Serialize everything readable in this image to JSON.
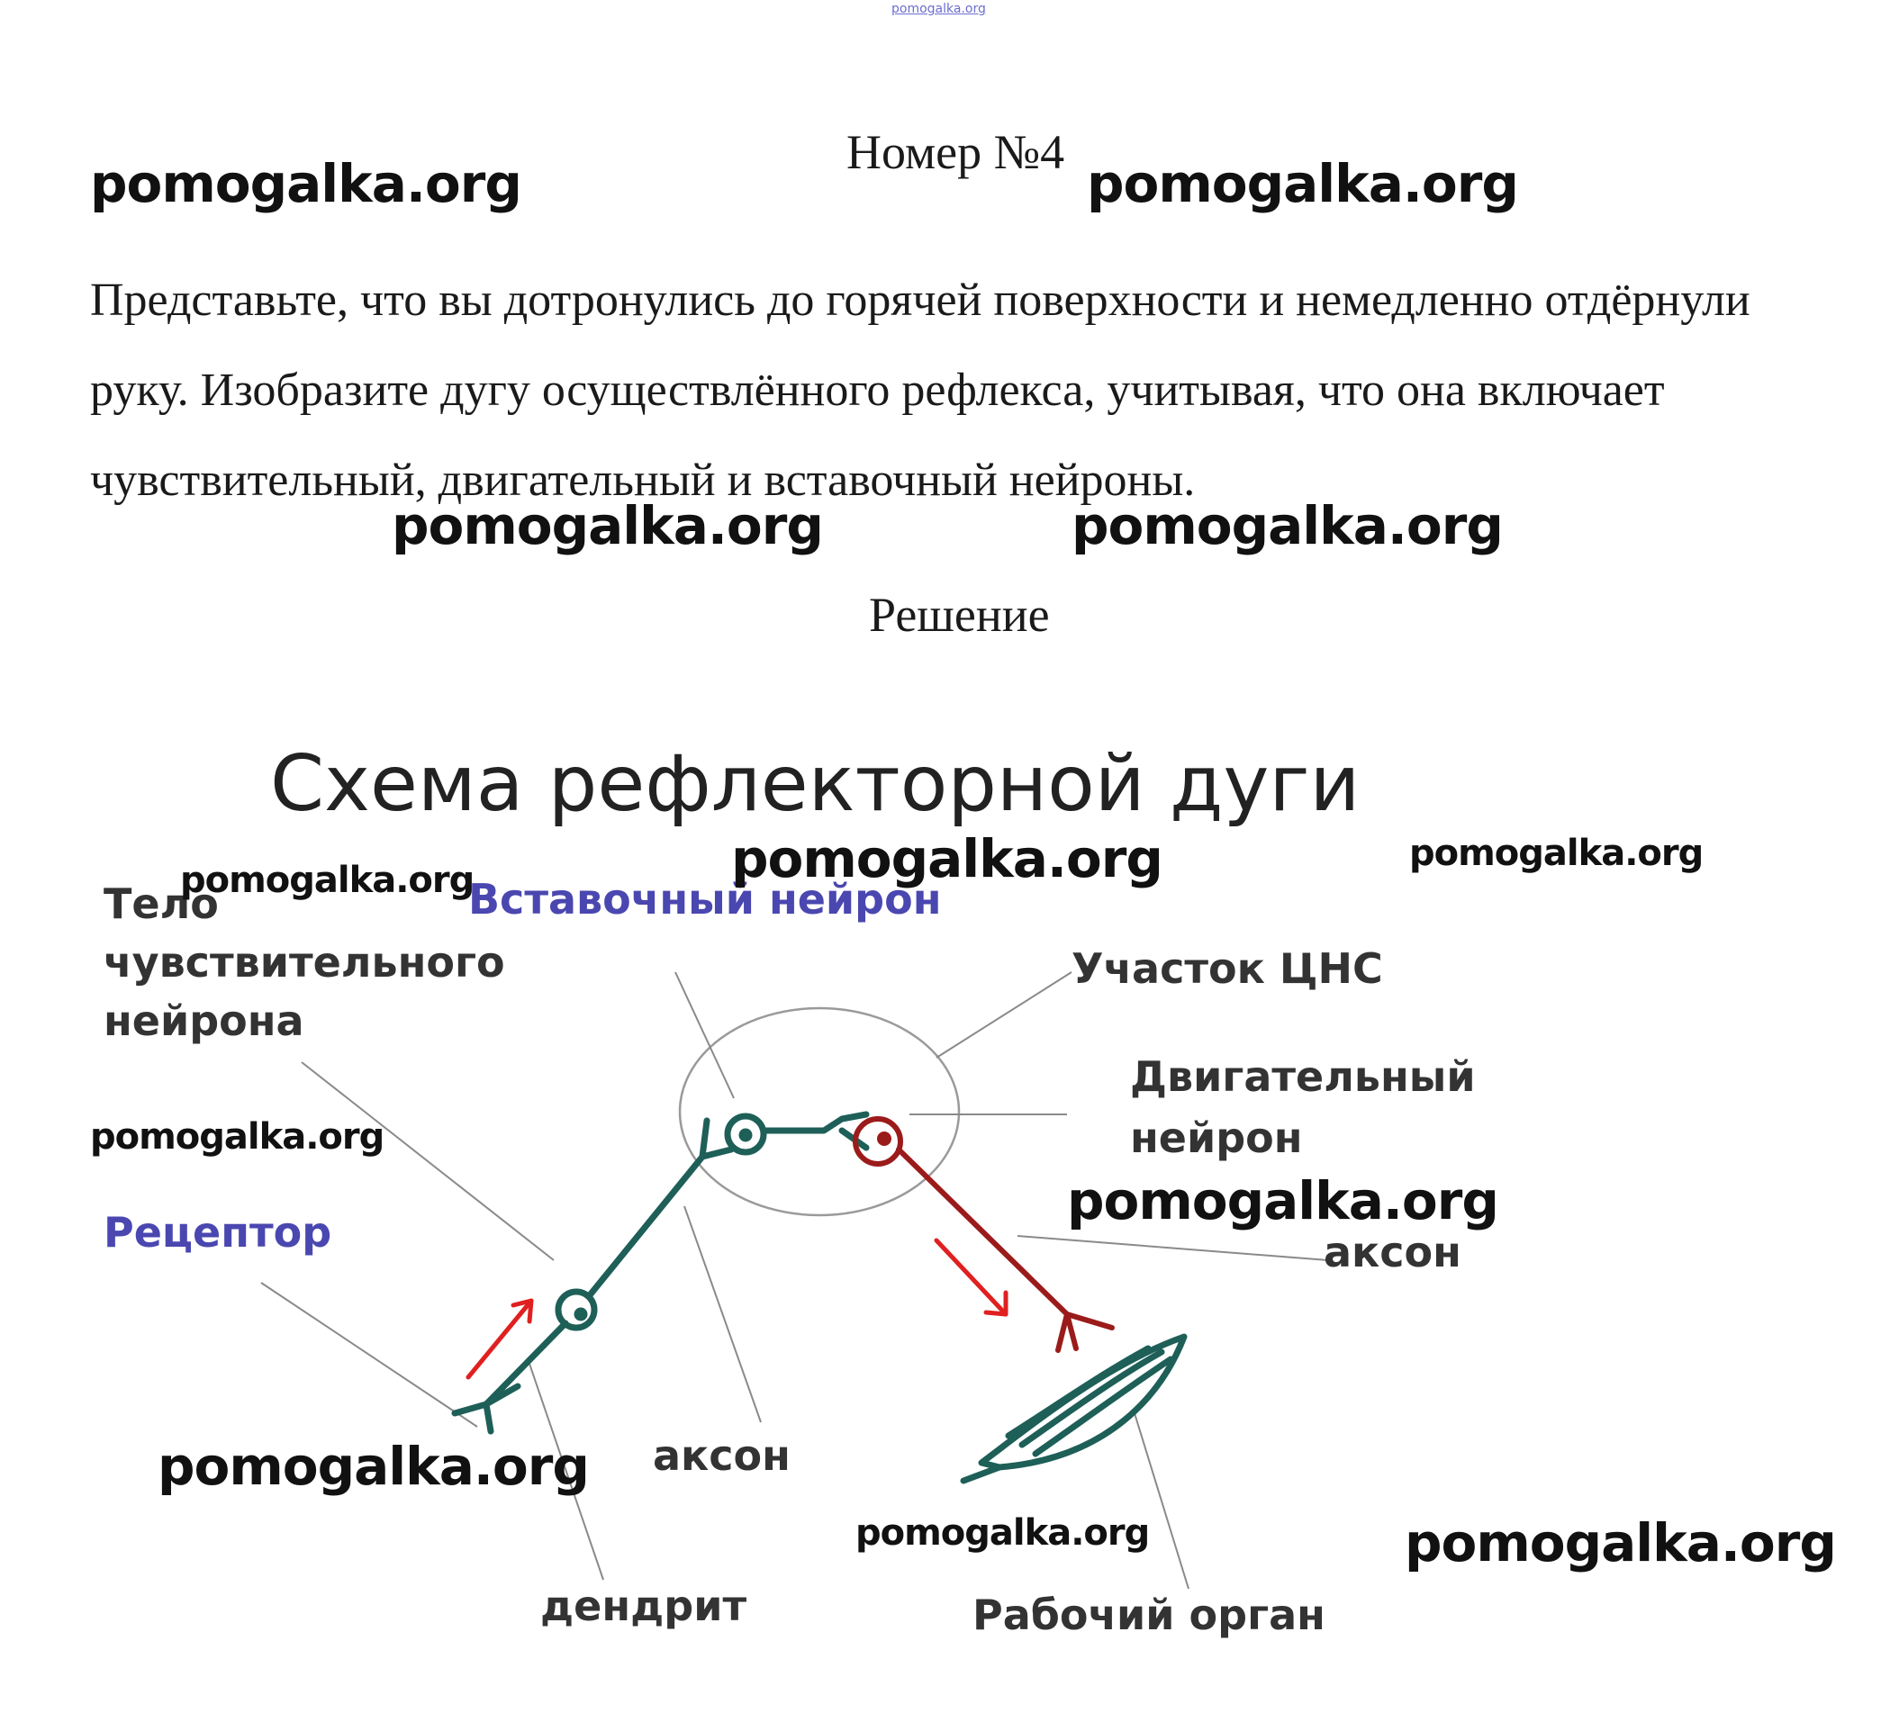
{
  "task": {
    "title": "Номер №4",
    "text": "Представьте, что вы дотронулись до горячей поверхности и немедленно отдёрнули руку. Изобразите дугу осуществлённого рефлекса, учитывая, что она включает чувствительный, двигательный и вставочный нейроны."
  },
  "solution": {
    "heading": "Решение"
  },
  "diagram": {
    "title": "Схема рефлекторной дуги",
    "labels": {
      "interneuron": "Вставочный нейрон",
      "sensory_body_1": "Тело",
      "sensory_body_2": "чувствительного",
      "sensory_body_3": "нейрона",
      "cns_section": "Участок ЦНС",
      "motor_neuron_1": "Двигательный",
      "motor_neuron_2": "нейрон",
      "receptor": "Рецептор",
      "motor_axon": "аксон",
      "axon": "аксон",
      "dendrite": "дендрит",
      "effector": "Рабочий орган"
    },
    "colors": {
      "sensory": "#1e5f58",
      "motor": "#9b1b1b",
      "arrow": "#e02020",
      "accent_label": "#4a47b0",
      "label": "#333333",
      "leader": "#8a8a8a"
    }
  },
  "watermarks": {
    "tiny": "pomogalka.org",
    "w1": "pomogalka.org",
    "w2": "pomogalka.org",
    "w3": "pomogalka.org",
    "w4": "pomogalka.org",
    "w5": "pomogalka.org",
    "w6": "pomogalka.org",
    "w7": "pomogalka.org",
    "w8": "pomogalka.org",
    "w9": "pomogalka.org",
    "w10": "pomogalka.org",
    "w11": "pomogalka.org",
    "w12": "pomogalka.org"
  }
}
